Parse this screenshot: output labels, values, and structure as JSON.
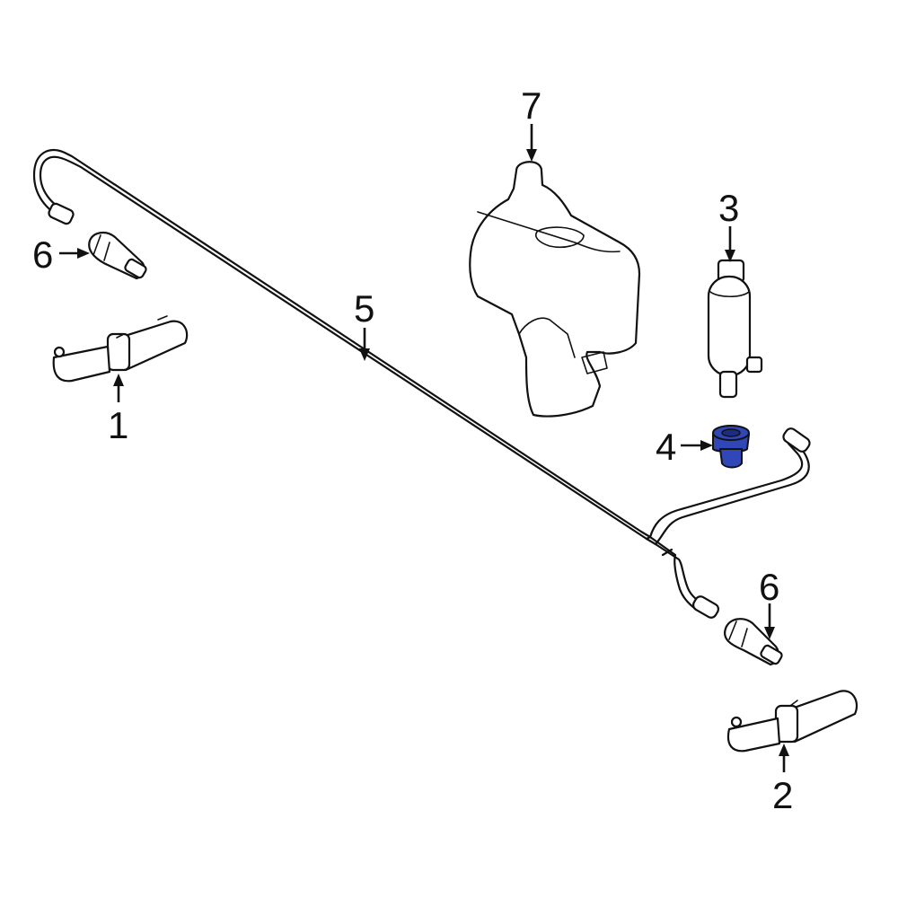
{
  "diagram": {
    "highlight_color": "#3047b8",
    "callouts": [
      {
        "id": "1",
        "label": "1"
      },
      {
        "id": "2",
        "label": "2"
      },
      {
        "id": "3",
        "label": "3"
      },
      {
        "id": "4",
        "label": "4"
      },
      {
        "id": "5",
        "label": "5"
      },
      {
        "id": "6a",
        "label": "6"
      },
      {
        "id": "6b",
        "label": "6"
      },
      {
        "id": "7",
        "label": "7"
      }
    ],
    "parts": [
      {
        "id": "1",
        "icon": "washer-nozzle-left-icon"
      },
      {
        "id": "2",
        "icon": "washer-nozzle-right-icon"
      },
      {
        "id": "3",
        "icon": "washer-pump-icon"
      },
      {
        "id": "4",
        "icon": "pump-grommet-icon",
        "highlighted": true
      },
      {
        "id": "5",
        "icon": "hose-assembly-icon"
      },
      {
        "id": "6",
        "icon": "check-valve-icon"
      },
      {
        "id": "7",
        "icon": "reservoir-icon"
      }
    ]
  }
}
